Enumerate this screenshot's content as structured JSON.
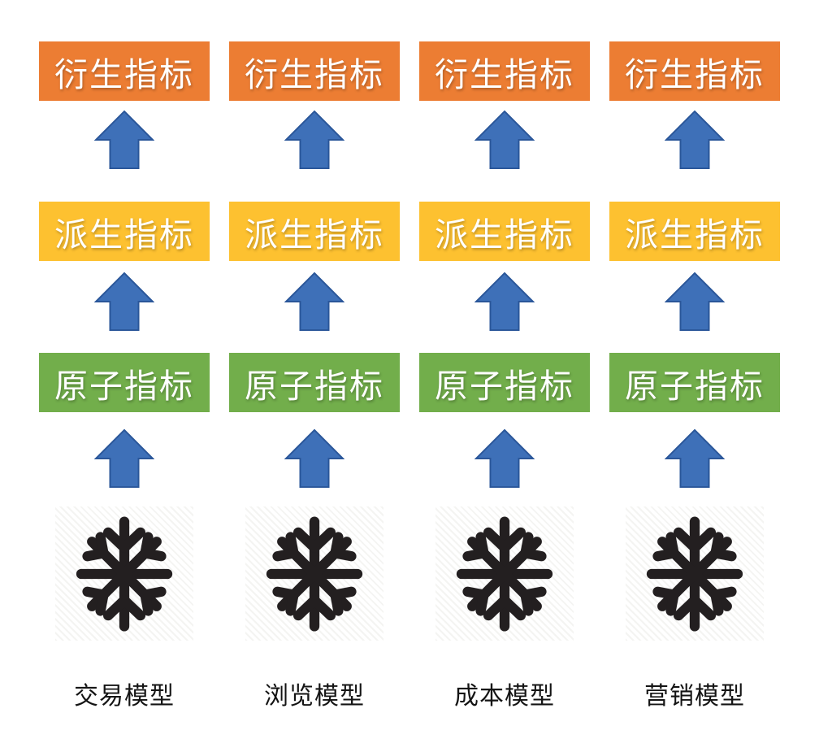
{
  "diagram": {
    "levels": [
      {
        "id": "derived-indicator",
        "label": "衍生指标",
        "color": "#EC7D33"
      },
      {
        "id": "derivative-indicator",
        "label": "派生指标",
        "color": "#FDC130"
      },
      {
        "id": "atomic-indicator",
        "label": "原子指标",
        "color": "#72AE4B"
      }
    ],
    "columns": [
      {
        "model": "交易模型"
      },
      {
        "model": "浏览模型"
      },
      {
        "model": "成本模型"
      },
      {
        "model": "营销模型"
      }
    ],
    "icons": {
      "up_arrow_icon": "block-arrow-up",
      "snowflake_icon": "snowflake"
    },
    "colors": {
      "arrow_fill": "#3E70B8",
      "arrow_border": "#2A5699",
      "snowflake": "#231F20",
      "box_text": "#FFFFFF",
      "label_text": "#141414",
      "background": "#FFFFFF"
    }
  }
}
